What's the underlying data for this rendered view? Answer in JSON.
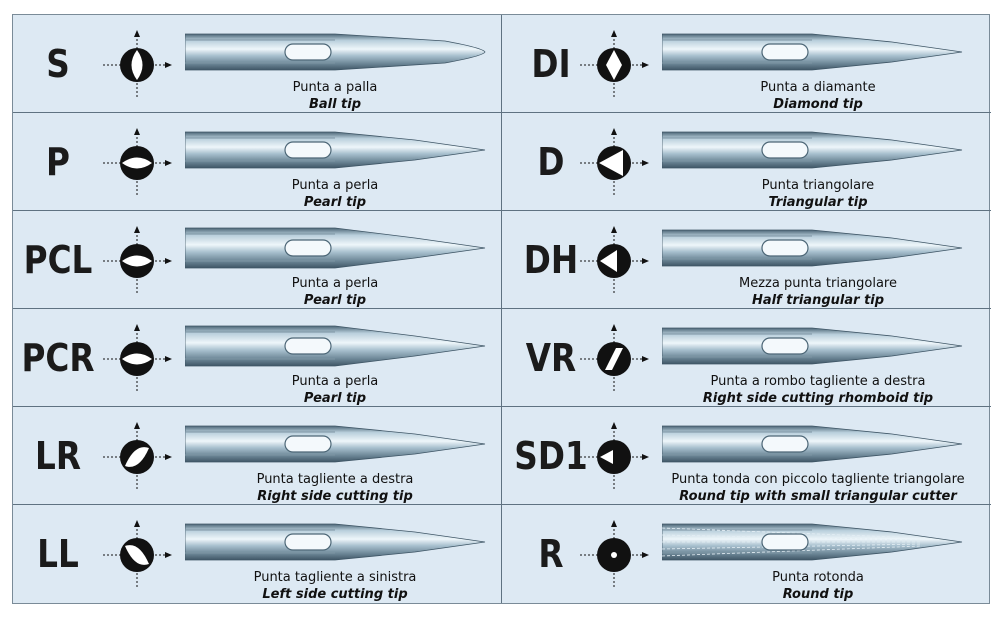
{
  "rows": [
    {
      "left": {
        "code": "S",
        "title": "Punta a palla",
        "subtitle": "Ball tip",
        "shape": "lens"
      },
      "right": {
        "code": "DI",
        "title": "Punta a diamante",
        "subtitle": "Diamond tip",
        "shape": "diamond"
      }
    },
    {
      "left": {
        "code": "P",
        "title": "Punta a perla",
        "subtitle": "Pearl tip",
        "shape": "pearl"
      },
      "right": {
        "code": "D",
        "title": "Punta triangolare",
        "subtitle": "Triangular tip",
        "shape": "triangle"
      }
    },
    {
      "left": {
        "code": "PCL",
        "title": "Punta a perla",
        "subtitle": "Pearl tip",
        "shape": "pearl"
      },
      "right": {
        "code": "DH",
        "title": "Mezza punta triangolare",
        "subtitle": "Half triangular tip",
        "shape": "half-triangle"
      }
    },
    {
      "left": {
        "code": "PCR",
        "title": "Punta a perla",
        "subtitle": "Pearl tip",
        "shape": "pearl"
      },
      "right": {
        "code": "VR",
        "title": "Punta a rombo tagliente a destra",
        "subtitle": "Right side cutting rhomboid tip",
        "shape": "rhomboid"
      }
    },
    {
      "left": {
        "code": "LR",
        "title": "Punta tagliente a destra",
        "subtitle": "Right side cutting tip",
        "shape": "right-cut"
      },
      "right": {
        "code": "SD1",
        "title": "Punta tonda con piccolo tagliente triangolare",
        "subtitle": "Round tip with small triangular cutter",
        "shape": "small-triangle"
      }
    },
    {
      "left": {
        "code": "LL",
        "title": "Punta tagliente a sinistra",
        "subtitle": "Left side cutting tip",
        "shape": "left-cut"
      },
      "right": {
        "code": "R",
        "title": "Punta rotonda",
        "subtitle": "Round tip",
        "shape": "round"
      }
    }
  ],
  "colors": {
    "background": "#dde9f3",
    "border": "#5f7281",
    "symbol": "#111111",
    "needle_dark": "#5d7585",
    "needle_light": "#eaf3f8"
  }
}
